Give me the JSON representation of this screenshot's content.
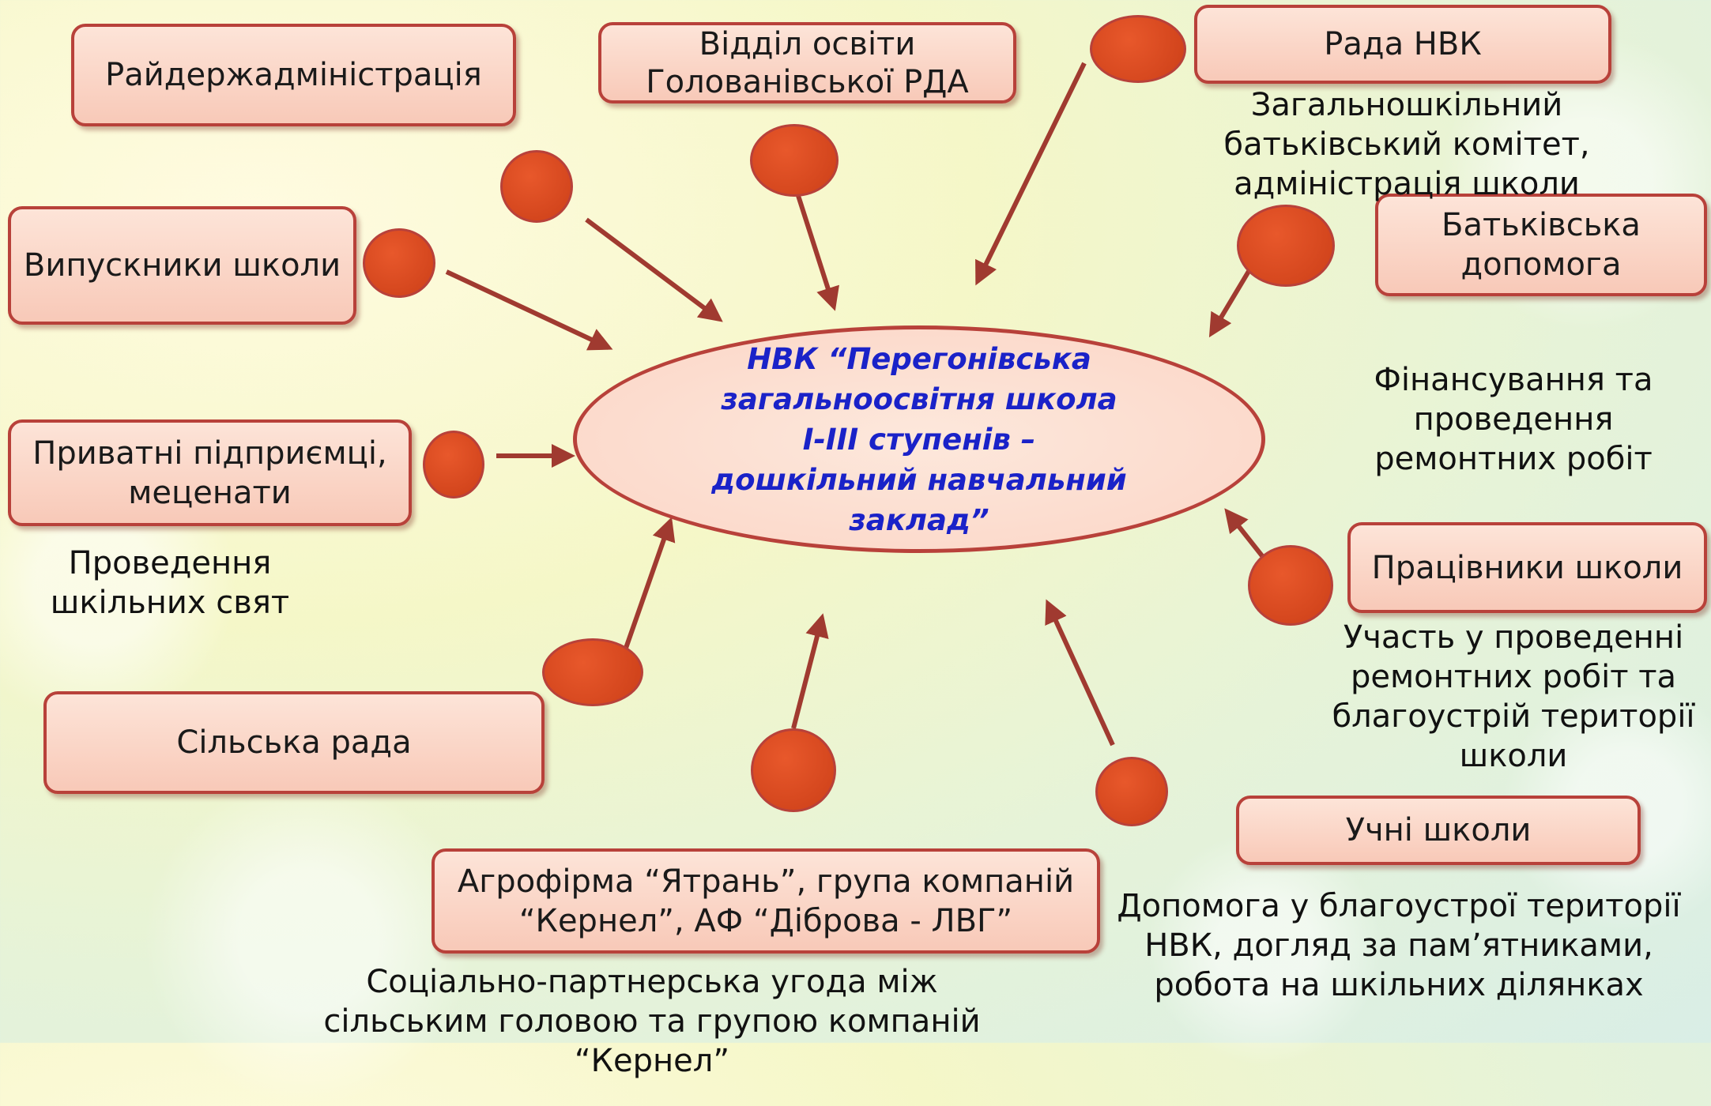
{
  "center": {
    "title": "НВК “Перегонівська загальноосвітня школа І-ІІІ ступенів – дошкільний навчальний заклад”"
  },
  "nodes": {
    "raiderzh": "Райдержадміністрація",
    "viddil": "Відділ освіти Голованівської РДА",
    "rada_nvk": "Рада НВК",
    "vypusknyky": "Випускники школи",
    "batkivska": "Батьківська допомога",
    "pryvatni": "Приватні підприємці, меценати",
    "pratsivnyky": "Працівники школи",
    "silska_rada": "Сільська рада",
    "uchni": "Учні школи",
    "agrofirma": "Агрофірма “Ятрань”, група компаній “Кернел”, АФ “Діброва - ЛВГ”"
  },
  "notes": {
    "rada_nvk": "Загальношкільний батьківський комітет, адміністрація школи",
    "finansuvannia": "Фінансування та проведення ремонтних робіт",
    "pryvatni": "Проведення шкільних свят",
    "pratsivnyky": "Участь у проведенні ремонтних робіт та благоустрій території школи",
    "uchni": "Допомога  у благоустрої території НВК, догляд за пам’ятниками, робота на шкільних ділянках",
    "agrofirma": "Соціально-партнерська угода між сільським головою та групою компаній “Кернел”"
  },
  "colors": {
    "box_border": "#b8413a",
    "dot_fill": "#d9461f",
    "arrow": "#a03a30",
    "center_text": "#1a22c8"
  }
}
